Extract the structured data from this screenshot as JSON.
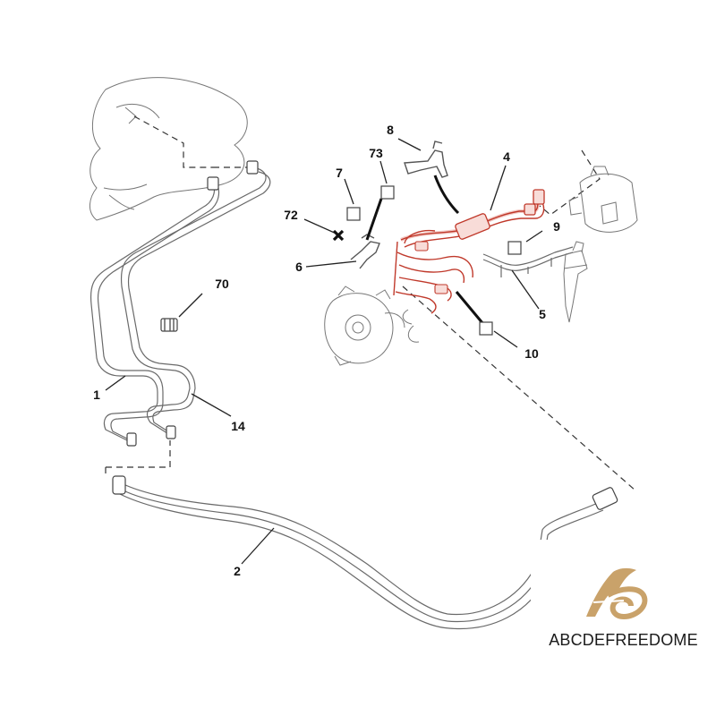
{
  "diagram": {
    "callouts": [
      {
        "id": "1",
        "label": "1"
      },
      {
        "id": "2",
        "label": "2"
      },
      {
        "id": "4",
        "label": "4"
      },
      {
        "id": "5",
        "label": "5"
      },
      {
        "id": "6",
        "label": "6"
      },
      {
        "id": "7",
        "label": "7"
      },
      {
        "id": "8",
        "label": "8"
      },
      {
        "id": "9",
        "label": "9"
      },
      {
        "id": "10",
        "label": "10"
      },
      {
        "id": "14",
        "label": "14"
      },
      {
        "id": "70",
        "label": "70"
      },
      {
        "id": "72",
        "label": "72"
      },
      {
        "id": "73",
        "label": "73"
      }
    ],
    "highlight_color": "#c0392b"
  },
  "brand": {
    "name": "ABCDEFREEDOME",
    "logo_color": "#c9a26a"
  }
}
